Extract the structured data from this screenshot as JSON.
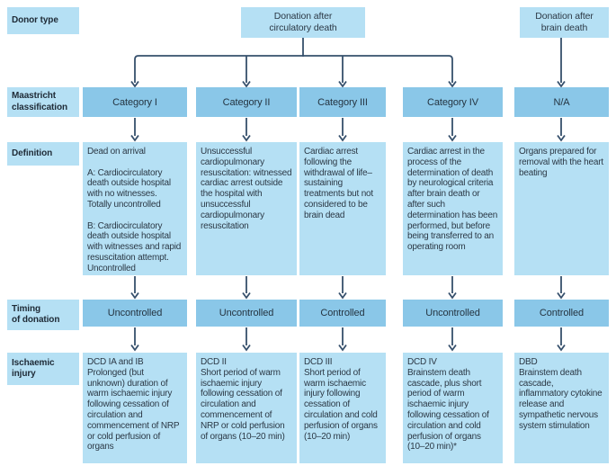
{
  "palette": {
    "light_blue": "#b5e0f4",
    "mid_blue": "#8ac7e8",
    "arrow": "#36506c",
    "text_dark": "#2b3845"
  },
  "row_labels": {
    "donor_type": "Donor type",
    "maastricht": "Maastricht\nclassification",
    "definition": "Definition",
    "timing": "Timing\nof donation",
    "injury": "Ischaemic\ninjury"
  },
  "donor_types": {
    "circulatory": "Donation after\ncirculatory death",
    "brain": "Donation after\nbrain death"
  },
  "columns": [
    {
      "category": "Category I",
      "definition": "Dead on arrival\n\nA: Cardiocirculatory death outside hospital with no witnesses. Totally uncontrolled\n\nB: Cardiocirculatory death outside hospital with witnesses and rapid resuscitation attempt. Uncontrolled",
      "timing": "Uncontrolled",
      "injury": "DCD IA and IB\nProlonged (but unknown) duration of warm ischaemic injury following cessation of circulation and commencement of NRP or cold perfusion of organs"
    },
    {
      "category": "Category II",
      "definition": "Unsuccessful cardiopulmonary resuscitation: witnessed cardiac arrest outside the hospital with unsuccessful cardiopulmonary resuscitation",
      "timing": "Uncontrolled",
      "injury": "DCD II\nShort period of warm ischaemic injury following cessation of circulation and commencement of NRP or cold perfusion of organs (10–20 min)"
    },
    {
      "category": "Category III",
      "definition": "Cardiac arrest following the withdrawal of life–sustaining treatments but not considered to be brain dead",
      "timing": "Controlled",
      "injury": "DCD III\nShort period of warm ischaemic injury following cessation of circulation and cold perfusion of organs (10–20 min)"
    },
    {
      "category": "Category IV",
      "definition": "Cardiac arrest in the process of the determination of death by neurological criteria after brain death or after such determination has been performed, but before being transferred to an operating room",
      "timing": "Uncontrolled",
      "injury": "DCD IV\nBrainstem death cascade, plus short period of warm ischaemic injury following cessation of circulation and cold perfusion of organs (10–20 min)*"
    },
    {
      "category": "N/A",
      "definition": "Organs prepared for removal with the heart beating",
      "timing": "Controlled",
      "injury": "DBD\nBrainstem death cascade, inflammatory cytokine release and sympathetic nervous system stimulation"
    }
  ]
}
